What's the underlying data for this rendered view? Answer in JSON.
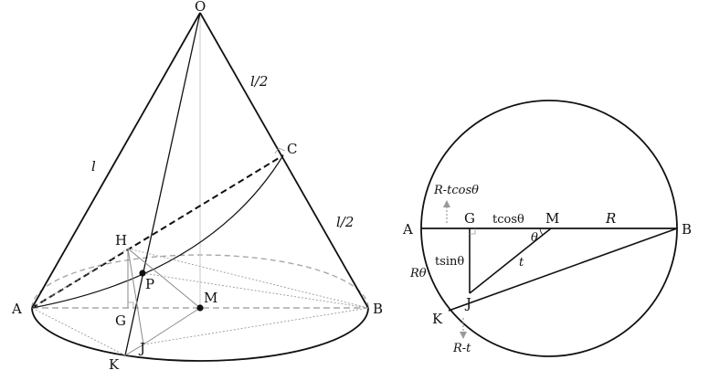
{
  "cone": {
    "labels": {
      "O": "O",
      "A": "A",
      "B": "B",
      "C": "C",
      "M": "M",
      "H": "H",
      "P": "P",
      "G": "G",
      "J": "J",
      "K": "K"
    },
    "edge_labels": {
      "slant_l": "l",
      "upper_half": "l/2",
      "lower_half": "l/2"
    }
  },
  "circle": {
    "labels": {
      "A": "A",
      "B": "B",
      "G": "G",
      "M": "M",
      "J": "J",
      "K": "K"
    },
    "segment_labels": {
      "tcos": "tcosθ",
      "R": "R",
      "theta": "θ",
      "t": "t",
      "tsin": "tsinθ",
      "Rtheta": "Rθ",
      "R_minus_tcos": "R-tcosθ",
      "R_minus_t": "R-t"
    }
  },
  "colors": {
    "ink": "#111111",
    "guide": "#9a9a9a",
    "dashed": "#a8a8a8"
  }
}
